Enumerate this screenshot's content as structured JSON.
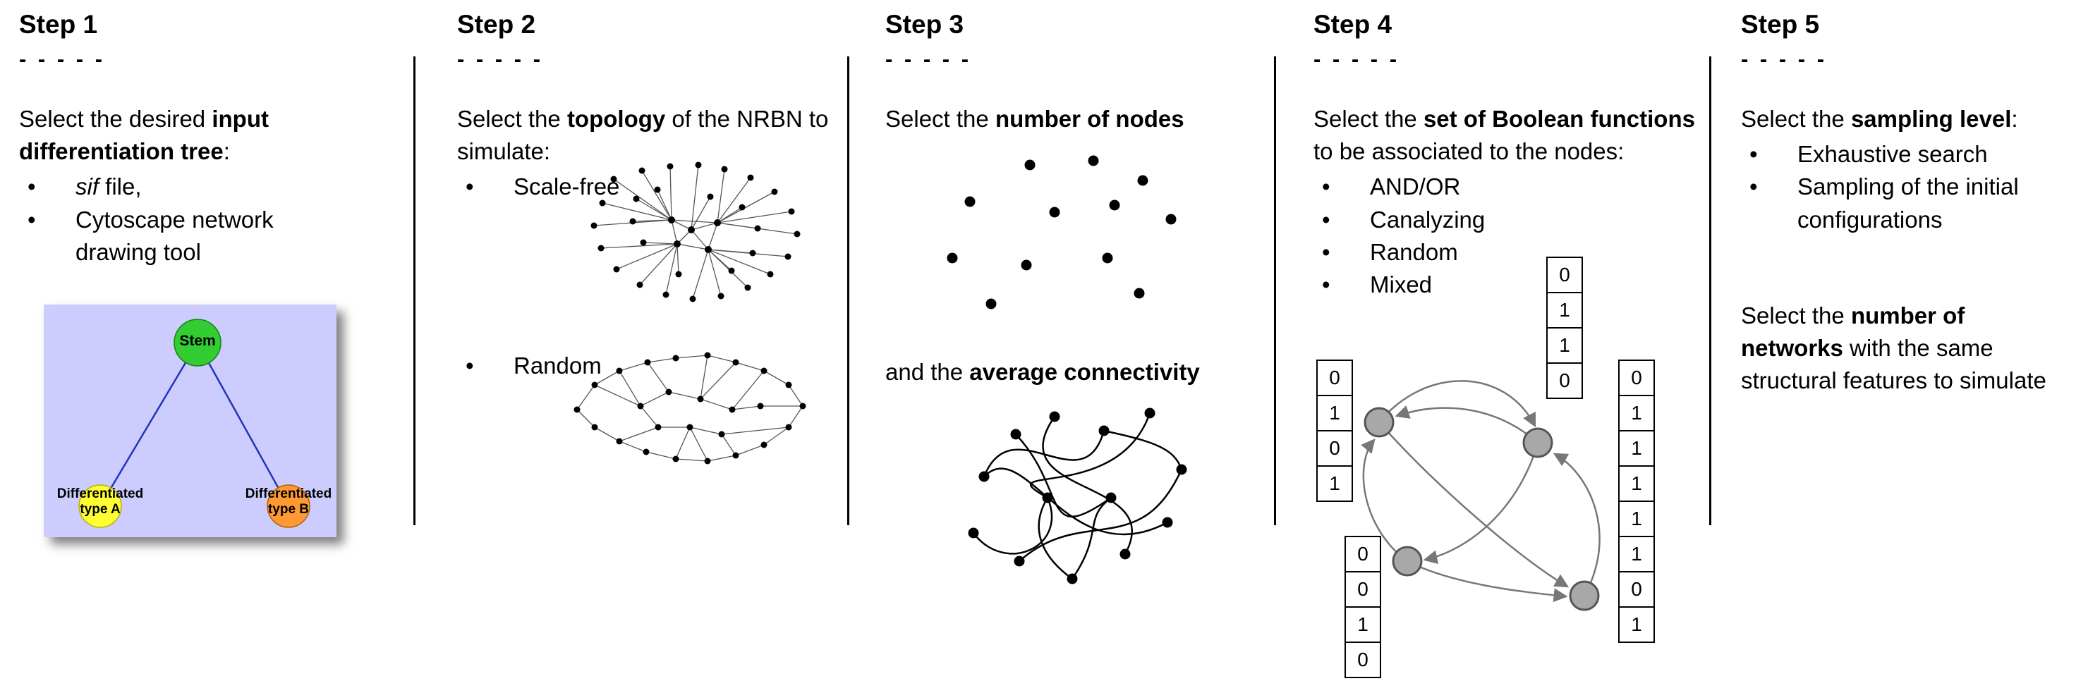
{
  "steps": [
    {
      "title": "Step 1",
      "dashes": "- - - - -",
      "intro": {
        "pre": "Select the desired ",
        "bold": "input differentiation tree",
        "post": ":"
      },
      "bullets": [
        {
          "italic": "sif",
          "rest": " file,"
        },
        {
          "rest": "Cytoscape network drawing tool"
        }
      ],
      "tree": {
        "stem": "Stem",
        "node_a_line1": "Differentiated",
        "node_a_line2": "type A",
        "node_b_line1": "Differentiated",
        "node_b_line2": "type B",
        "colors": {
          "background": "#ccccff",
          "stem": "#33cc33",
          "type_a": "#ffff33",
          "type_b": "#ff9933",
          "edge": "#2233bb"
        }
      }
    },
    {
      "title": "Step 2",
      "dashes": "- - - - -",
      "intro": {
        "pre": "Select the ",
        "bold": "topology",
        "post": " of the NRBN to simulate:"
      },
      "bullets": [
        {
          "rest": "Scale-free"
        },
        {
          "rest": "Random"
        }
      ]
    },
    {
      "title": "Step 3",
      "dashes": "- - - - -",
      "intro": {
        "pre": "Select the ",
        "bold": "number of nodes",
        "post": ""
      },
      "second": {
        "pre": "and the ",
        "bold": "average connectivity",
        "post": ""
      }
    },
    {
      "title": "Step 4",
      "dashes": "- - - - -",
      "intro": {
        "pre": "Select the ",
        "bold": "set of Boolean functions",
        "post": " to be associated to the nodes:"
      },
      "bullets": [
        "AND/OR",
        "Canalyzing",
        "Random",
        "Mixed"
      ],
      "truth_tables": {
        "left": [
          "0",
          "1",
          "0",
          "1"
        ],
        "bottom_left": [
          "0",
          "0",
          "1",
          "0"
        ],
        "top": [
          "0",
          "1",
          "1",
          "0"
        ],
        "right": [
          "0",
          "1",
          "1",
          "1",
          "1",
          "1",
          "0",
          "1"
        ]
      }
    },
    {
      "title": "Step 5",
      "dashes": "- - - - -",
      "intro": {
        "pre": "Select the ",
        "bold": "sampling level",
        "post": ":"
      },
      "bullets": [
        "Exhaustive search",
        "Sampling of the initial configurations"
      ],
      "second": {
        "pre": "Select the ",
        "bold": "number of networks",
        "post": " with the same structural features to simulate"
      }
    }
  ]
}
